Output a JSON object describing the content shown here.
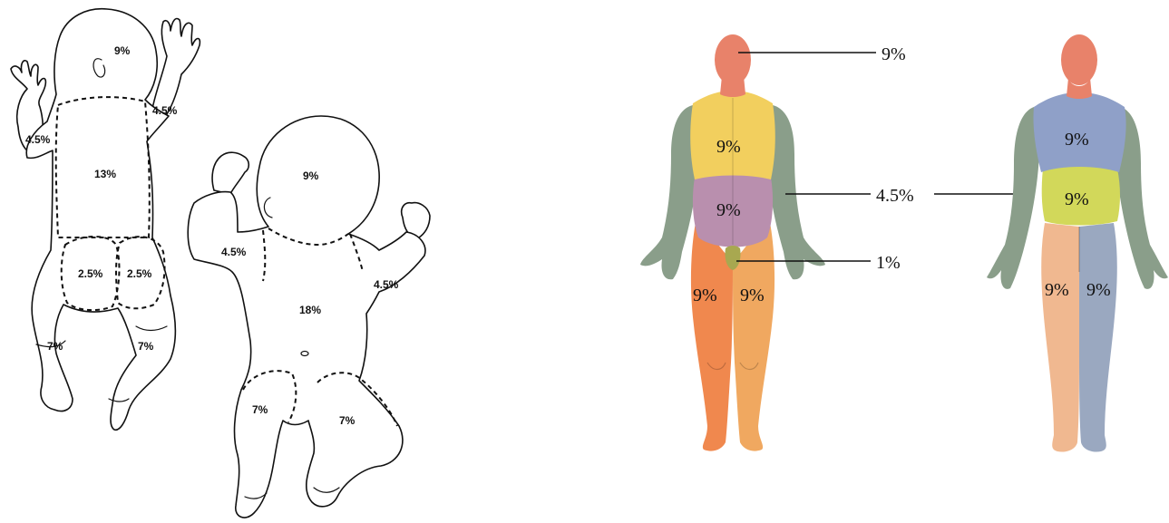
{
  "colors": {
    "head": "#e8826a",
    "chest": "#f2cf5e",
    "abdomen": "#b98fae",
    "arm": "#8a9e8a",
    "leg_right": "#f0884e",
    "leg_left": "#f0a860",
    "genitals": "#a8a850",
    "back_upper": "#8fa0c8",
    "back_lower": "#d2d85a",
    "buttock_left": "#f0b890",
    "leg_back_right": "#9aa8c0"
  },
  "infant_back": {
    "head": "9%",
    "arm_right": "4.5%",
    "arm_left": "4.5%",
    "trunk": "13%",
    "buttock_left": "2.5%",
    "buttock_right": "2.5%",
    "leg_left": "7%",
    "leg_right": "7%"
  },
  "infant_front": {
    "head": "9%",
    "arm_left": "4.5%",
    "arm_right": "4.5%",
    "trunk": "18%",
    "leg_left": "7%",
    "leg_right": "7%"
  },
  "adult_front": {
    "chest": "9%",
    "abdomen": "9%",
    "leg_right": "9%",
    "leg_left": "9%"
  },
  "adult_back": {
    "upper_back": "9%",
    "lower_back": "9%",
    "leg_left": "9%",
    "leg_right": "9%"
  },
  "callouts": {
    "head": "9%",
    "arm": "4.5%",
    "genitals": "1%"
  }
}
